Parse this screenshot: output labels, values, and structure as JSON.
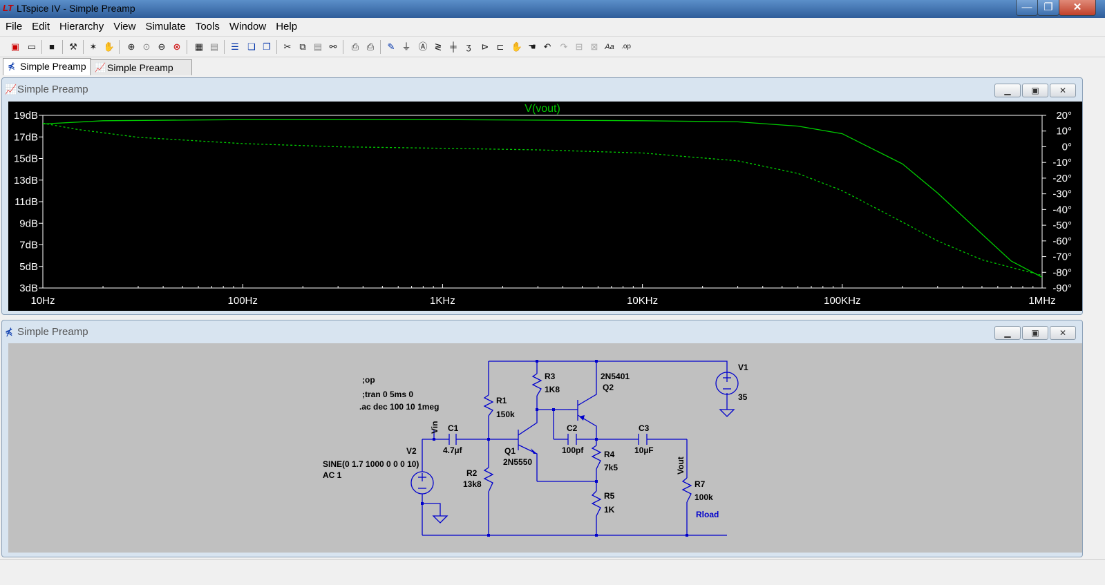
{
  "window": {
    "title": "LTspice IV - Simple Preamp",
    "logo_text": "LT",
    "controls": {
      "minimize": "—",
      "maximize": "❐",
      "close": "✕"
    }
  },
  "menu": [
    "File",
    "Edit",
    "Hierarchy",
    "View",
    "Simulate",
    "Tools",
    "Window",
    "Help"
  ],
  "toolbar": {
    "icons": [
      "new-schematic-icon",
      "open-icon",
      "save-icon",
      "control-panel-icon",
      "run-icon",
      "halt-icon",
      "zoom-in-icon",
      "zoom-pan-icon",
      "zoom-out-icon",
      "zoom-fit-icon",
      "autoscale-icon",
      "delete-trace-icon",
      "tile-horizontal-icon",
      "cascade-icon",
      "tile-vertical-icon",
      "cut-icon",
      "copy-icon",
      "paste-icon",
      "find-icon",
      "print-setup-icon",
      "print-icon",
      "wire-icon",
      "ground-icon",
      "label-net-icon",
      "resistor-icon",
      "capacitor-icon",
      "inductor-icon",
      "diode-icon",
      "component-icon",
      "move-icon",
      "drag-icon",
      "undo-icon",
      "redo-icon",
      "rotate-icon",
      "mirror-icon",
      "text-icon",
      "spice-directive-icon"
    ],
    "text_icon_label": "Aa",
    "directive_icon_label": ".op"
  },
  "tabs": [
    {
      "label": "Simple Preamp",
      "icon": "schematic-icon",
      "active": true
    },
    {
      "label": "Simple Preamp",
      "icon": "waveform-icon",
      "active": false
    }
  ],
  "waveform_window": {
    "title": "Simple Preamp",
    "trace_name": "V(vout)",
    "trace_color": "#00cc00",
    "background": "#000000",
    "left_ticks": [
      "19dB",
      "17dB",
      "15dB",
      "13dB",
      "11dB",
      "9dB",
      "7dB",
      "5dB",
      "3dB"
    ],
    "right_ticks": [
      "20°",
      "10°",
      "0°",
      "-10°",
      "-20°",
      "-30°",
      "-40°",
      "-50°",
      "-60°",
      "-70°",
      "-80°",
      "-90°"
    ],
    "x_ticks": [
      "10Hz",
      "100Hz",
      "1KHz",
      "10KHz",
      "100KHz",
      "1MHz"
    ]
  },
  "chart_data": {
    "type": "line",
    "x_scale": "log",
    "xlim": [
      10,
      1000000
    ],
    "ylim": [
      3,
      19
    ],
    "y2lim": [
      -90,
      20
    ],
    "series": [
      {
        "name": "V(vout)",
        "axis": "left",
        "style": "solid",
        "x": [
          10,
          20,
          100,
          1000,
          10000,
          30000,
          60000,
          100000,
          200000,
          300000,
          500000,
          700000,
          1000000
        ],
        "y": [
          18.2,
          18.5,
          18.6,
          18.6,
          18.5,
          18.4,
          18.0,
          17.3,
          14.5,
          11.8,
          8.0,
          5.5,
          4.0
        ]
      },
      {
        "name": "phase",
        "axis": "right",
        "style": "dashed",
        "x": [
          10,
          15,
          30,
          100,
          300,
          1000,
          3000,
          10000,
          30000,
          60000,
          100000,
          200000,
          300000,
          500000,
          1000000
        ],
        "y": [
          15,
          11,
          6,
          2,
          0,
          -1,
          -2,
          -4,
          -9,
          -17,
          -28,
          -48,
          -60,
          -72,
          -82
        ]
      }
    ]
  },
  "schematic_window": {
    "title": "Simple Preamp",
    "directives": [
      ";op",
      ";tran 0 5ms 0",
      ".ac dec 100 10 1meg"
    ],
    "labels": {
      "R1": "R1",
      "R1_val": "150k",
      "R2": "R2",
      "R2_val": "13k8",
      "R3": "R3",
      "R3_val": "1K8",
      "R4": "R4",
      "R4_val": "7k5",
      "R5": "R5",
      "R5_val": "1K",
      "R7": "R7",
      "R7_val": "100k",
      "R7_inst": "Rload",
      "C1": "C1",
      "C1_val": "4.7µf",
      "C2": "C2",
      "C2_val": "100pf",
      "C3": "C3",
      "C3_val": "10µF",
      "Q1": "Q1",
      "Q1_model": "2N5550",
      "Q2": "Q2",
      "Q2_model": "2N5401",
      "V1": "V1",
      "V1_val": "35",
      "V2": "V2",
      "V2_val1": "SINE(0 1.7 1000 0 0 0 10)",
      "V2_val2": "AC 1",
      "net_vin": "Vin",
      "net_vout": "Vout"
    }
  }
}
